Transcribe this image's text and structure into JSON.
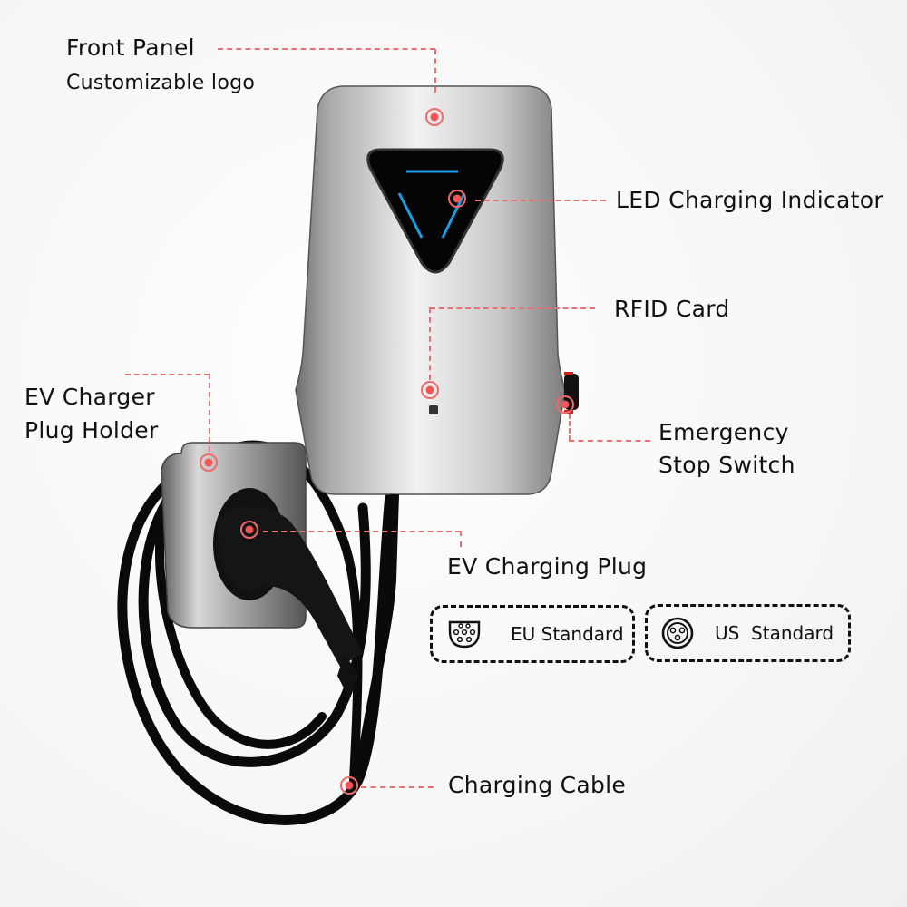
{
  "callouts": {
    "front_panel": {
      "title": "Front Panel",
      "subtitle": "Customizable logo"
    },
    "led_indicator": {
      "title": "LED Charging Indicator"
    },
    "rfid_card": {
      "title": "RFID Card"
    },
    "plug_holder": {
      "line1": "EV Charger",
      "line2": "Plug Holder"
    },
    "emergency_stop": {
      "line1": "Emergency",
      "line2": "Stop Switch"
    },
    "charging_plug": {
      "title": "EV Charging Plug"
    },
    "charging_cable": {
      "title": "Charging Cable"
    }
  },
  "standards": [
    {
      "label": "EU Standard",
      "icon": "type2-connector-icon"
    },
    {
      "label": "US  Standard",
      "icon": "type1-connector-icon"
    }
  ],
  "colors": {
    "callout_red": "#f25555",
    "led_blue": "#1e9be8",
    "body_silver": "#c8c8c8",
    "cable_black": "#0a0a0a"
  }
}
